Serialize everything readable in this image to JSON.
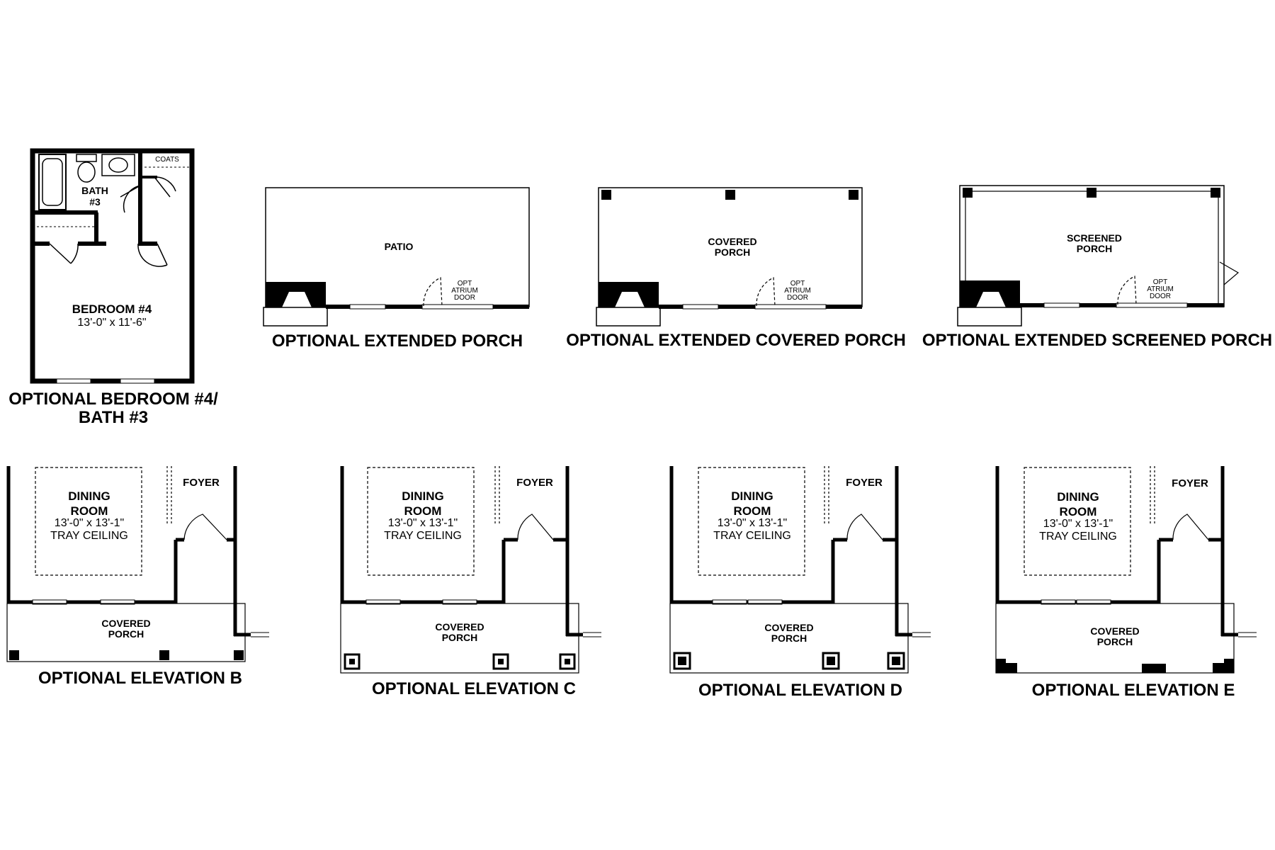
{
  "plans": {
    "bedroom": {
      "title_line1": "OPTIONAL BEDROOM #4/",
      "title_line2": "BATH #3",
      "coats": "COATS",
      "bath_line1": "BATH",
      "bath_line2": "#3",
      "bedroom_name": "BEDROOM #4",
      "bedroom_dim": "13'-0\" x 11'-6\""
    },
    "patio": {
      "title": "OPTIONAL EXTENDED PORCH",
      "room": "PATIO",
      "door_line1": "OPT",
      "door_line2": "ATRIUM",
      "door_line3": "DOOR"
    },
    "covered": {
      "title": "OPTIONAL EXTENDED COVERED PORCH",
      "room_line1": "COVERED",
      "room_line2": "PORCH",
      "door_line1": "OPT",
      "door_line2": "ATRIUM",
      "door_line3": "DOOR"
    },
    "screened": {
      "title": "OPTIONAL EXTENDED SCREENED PORCH",
      "room_line1": "SCREENED",
      "room_line2": "PORCH",
      "door_line1": "OPT",
      "door_line2": "ATRIUM",
      "door_line3": "DOOR"
    },
    "elevations": [
      {
        "title": "OPTIONAL ELEVATION B",
        "dining_line1": "DINING",
        "dining_line2": "ROOM",
        "dining_dim": "13'-0\" x 13'-1\"",
        "ceiling": "TRAY CEILING",
        "foyer": "FOYER",
        "porch_line1": "COVERED",
        "porch_line2": "PORCH"
      },
      {
        "title": "OPTIONAL ELEVATION C",
        "dining_line1": "DINING",
        "dining_line2": "ROOM",
        "dining_dim": "13'-0\" x 13'-1\"",
        "ceiling": "TRAY CEILING",
        "foyer": "FOYER",
        "porch_line1": "COVERED",
        "porch_line2": "PORCH"
      },
      {
        "title": "OPTIONAL ELEVATION D",
        "dining_line1": "DINING",
        "dining_line2": "ROOM",
        "dining_dim": "13'-0\" x 13'-1\"",
        "ceiling": "TRAY CEILING",
        "foyer": "FOYER",
        "porch_line1": "COVERED",
        "porch_line2": "PORCH"
      },
      {
        "title": "OPTIONAL ELEVATION E",
        "dining_line1": "DINING",
        "dining_line2": "ROOM",
        "dining_dim": "13'-0\" x 13'-1\"",
        "ceiling": "TRAY CEILING",
        "foyer": "FOYER",
        "porch_line1": "COVERED",
        "porch_line2": "PORCH"
      }
    ]
  },
  "colors": {
    "ink": "#000000",
    "paper": "#ffffff"
  }
}
